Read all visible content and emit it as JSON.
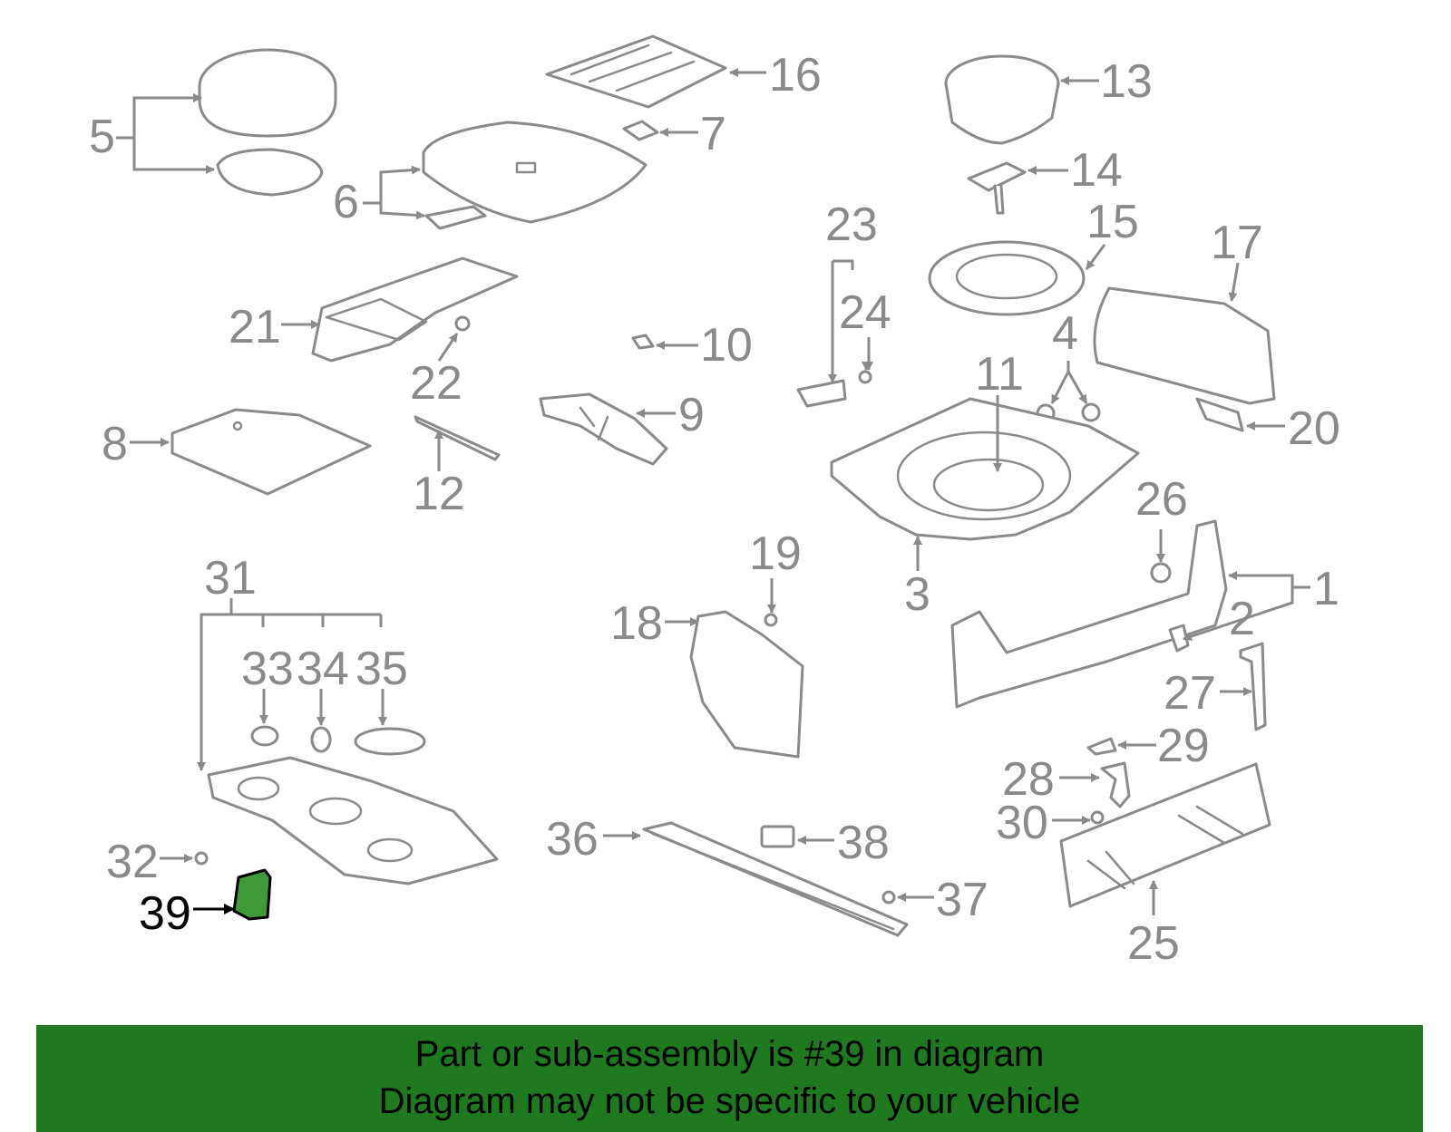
{
  "banner": {
    "line1": "Part or sub-assembly is #39 in diagram",
    "line2": "Diagram may not be specific to your vehicle"
  },
  "highlighted_part": "39",
  "colors": {
    "banner": "#1f7a1f",
    "highlight_part": "#3f9a3a",
    "line_art": "#8a8a8a",
    "highlight_label": "#000000"
  },
  "callouts": {
    "c1": "1",
    "c2": "2",
    "c3": "3",
    "c4": "4",
    "c5": "5",
    "c6": "6",
    "c7": "7",
    "c8": "8",
    "c9": "9",
    "c10": "10",
    "c11": "11",
    "c12": "12",
    "c13": "13",
    "c14": "14",
    "c15": "15",
    "c16": "16",
    "c17": "17",
    "c18": "18",
    "c19": "19",
    "c20": "20",
    "c21": "21",
    "c22": "22",
    "c23": "23",
    "c24": "24",
    "c25": "25",
    "c26": "26",
    "c27": "27",
    "c28": "28",
    "c29": "29",
    "c30": "30",
    "c31": "31",
    "c32": "32",
    "c33": "33",
    "c34": "34",
    "c35": "35",
    "c36": "36",
    "c37": "37",
    "c38": "38",
    "c39": "39"
  }
}
